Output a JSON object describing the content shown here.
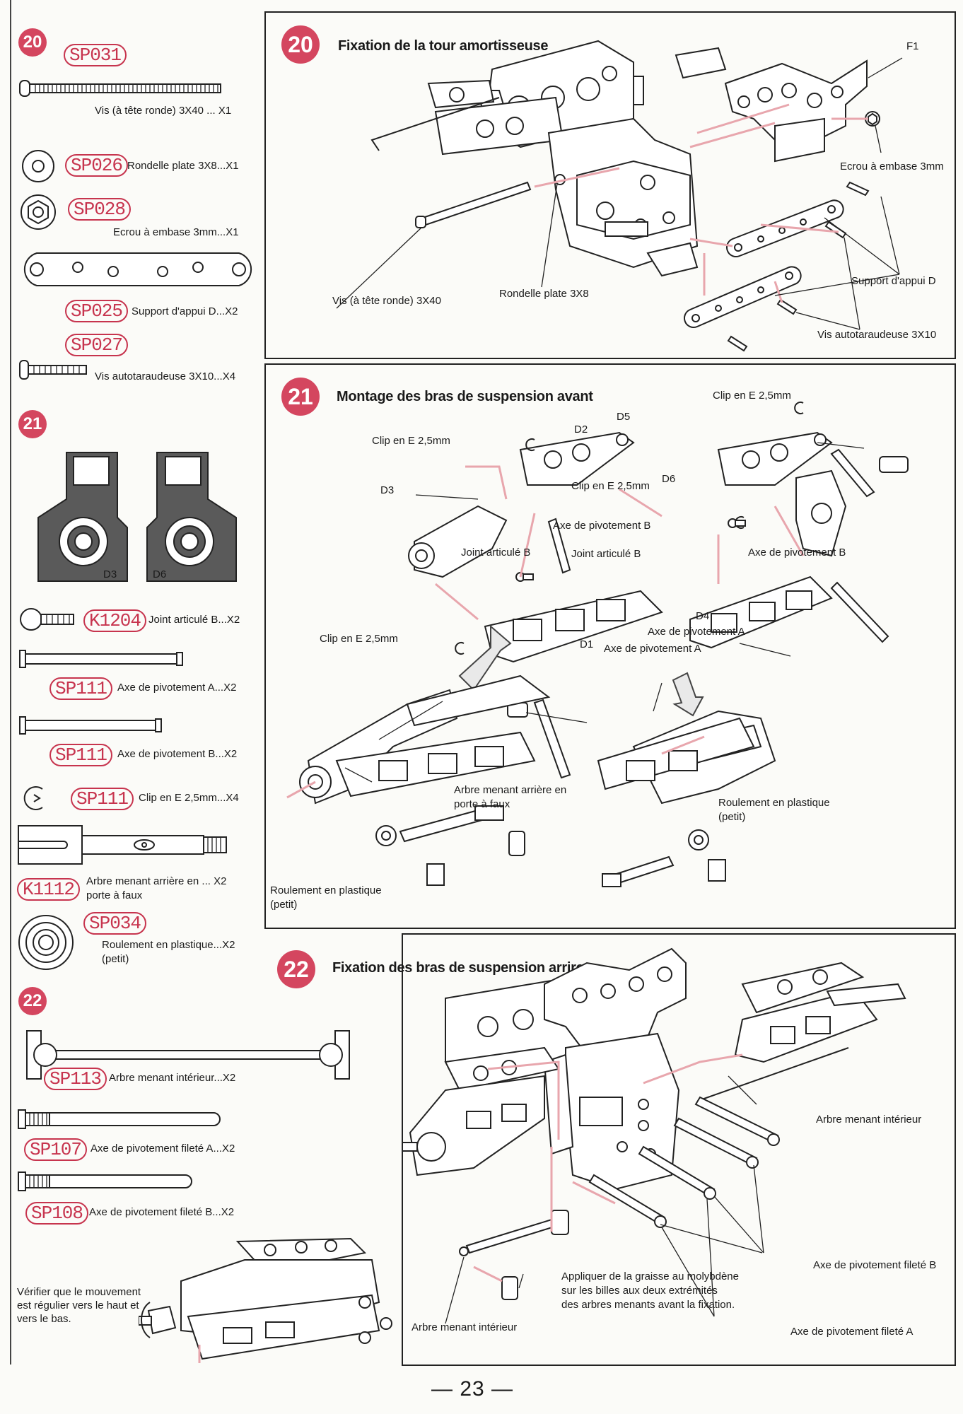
{
  "page_number": "— 23 —",
  "sidebar": {
    "step20": {
      "number": "20",
      "parts": [
        {
          "code": "SP031",
          "label": "Vis (à tête ronde) 3X40 ... X1"
        },
        {
          "code": "SP026",
          "label": "Rondelle plate 3X8...X1"
        },
        {
          "code": "SP028",
          "label": "Ecrou à embase 3mm...X1"
        },
        {
          "code": "SP025",
          "label": "Support d'appui D...X2"
        },
        {
          "code": "SP027",
          "label": "Vis autotaraudeuse 3X10...X4"
        }
      ]
    },
    "step21": {
      "number": "21",
      "uprights": [
        "D3",
        "D6"
      ],
      "parts": [
        {
          "code": "K1204",
          "label": "Joint articulé B...X2"
        },
        {
          "code": "SP111",
          "label": "Axe de pivotement A...X2"
        },
        {
          "code": "SP111",
          "label": "Axe de pivotement B...X2"
        },
        {
          "code": "SP111",
          "label": "Clip en E 2,5mm...X4"
        },
        {
          "code": "K1112",
          "label": "Arbre menant arrière en ... X2",
          "label2": "porte à faux"
        },
        {
          "code": "SP034",
          "label": "Roulement en plastique...X2",
          "label2": "(petit)"
        }
      ]
    },
    "step22": {
      "number": "22",
      "parts": [
        {
          "code": "SP113",
          "label": "Arbre menant intérieur...X2"
        },
        {
          "code": "SP107",
          "label": "Axe de pivotement fileté A...X2"
        },
        {
          "code": "SP108",
          "label": "Axe de pivotement fileté B...X2"
        }
      ],
      "note": "Vérifier que le mouvement est régulier vers le haut et vers le bas."
    }
  },
  "panels": {
    "p20": {
      "number": "20",
      "title": "Fixation de la tour amortisseuse",
      "callouts": {
        "f1": "F1",
        "ecrou": "Ecrou à embase 3mm",
        "support": "Support d'appui D",
        "rondelle": "Rondelle plate 3X8",
        "vis40": "Vis (à tête ronde) 3X40",
        "vis10": "Vis autotaraudeuse 3X10"
      }
    },
    "p21": {
      "number": "21",
      "title": "Montage des bras de suspension avant",
      "callouts": {
        "clip1": "Clip en E 2,5mm",
        "clip2": "Clip en E 2,5mm",
        "clip3": "Clip en E 2,5mm",
        "clip4": "Clip en E 2,5mm",
        "d2": "D2",
        "d3": "D3",
        "d5": "D5",
        "d6": "D6",
        "d1": "D1",
        "d4": "D4",
        "axeB1": "Axe de pivotement B",
        "axeB2": "Axe de pivotement B",
        "axeA1": "Axe de pivotement A",
        "axeA2": "Axe de pivotement A",
        "joint1": "Joint articulé B",
        "joint2": "Joint articulé B",
        "arbre1": "Arbre menant arrière en",
        "arbre2": "porte à faux",
        "roul1a": "Roulement en plastique",
        "roul1b": "(petit)",
        "roul2a": "Roulement en plastique",
        "roul2b": "(petit)"
      }
    },
    "p22": {
      "number": "22",
      "title": "Fixation des bras de suspension arrire",
      "callouts": {
        "arbre1": "Arbre menant intérieur",
        "arbre2": "Arbre menant intérieur",
        "axeB": "Axe de pivotement fileté B",
        "axeA": "Axe de pivotement fileté A",
        "grease1": "Appliquer de la graisse au molybdène",
        "grease2": "sur les billes aux deux extrémités",
        "grease3": "des arbres menants avant la fixation."
      }
    }
  }
}
